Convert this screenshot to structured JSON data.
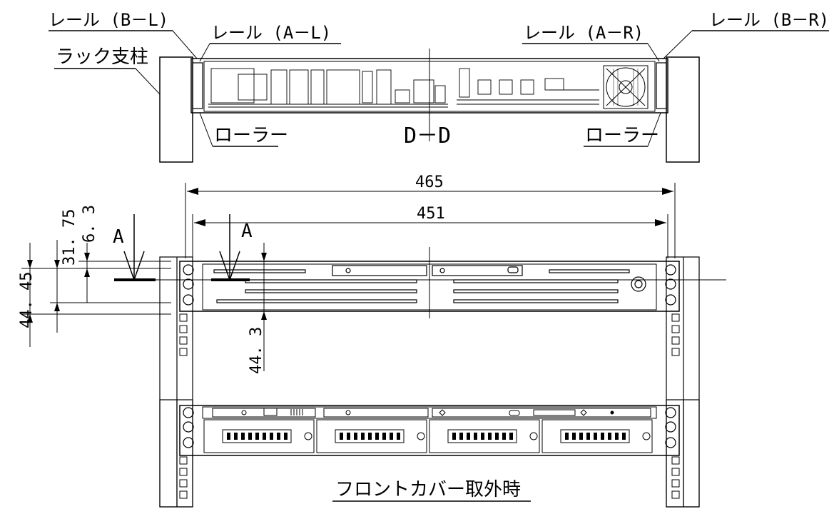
{
  "top_view": {
    "rail_b_l": "レール (B－L)",
    "rail_a_l": "レール (A－L)",
    "rail_a_r": "レール (A－R)",
    "rail_b_r": "レール (B－R)",
    "rack_post": "ラック支柱",
    "roller_left": "ローラー",
    "roller_right": "ローラー",
    "section": "D－D"
  },
  "front_view": {
    "dim_overall": "465",
    "dim_inner": "451",
    "arrow_left": "A",
    "arrow_right": "A",
    "dim_31_75": "31. 75",
    "dim_6_3": "6. 3",
    "dim_44_45": "44. 45",
    "dim_44_3": "44. 3"
  },
  "bottom_view": {
    "caption": "フロントカバー取外時"
  }
}
